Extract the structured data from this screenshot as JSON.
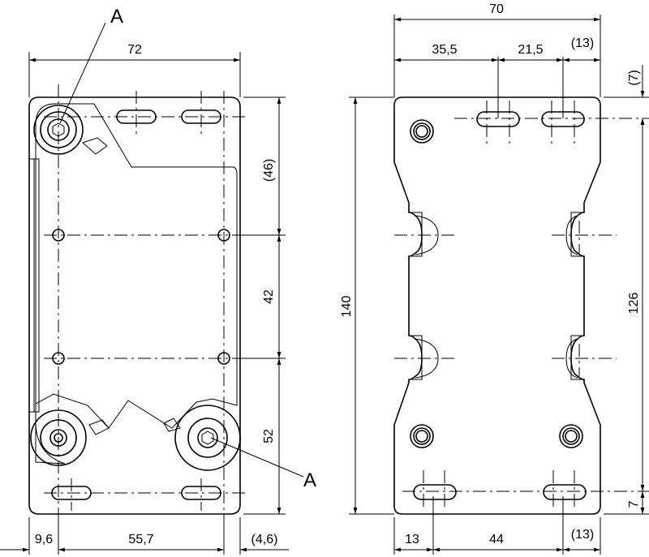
{
  "dimensions": {
    "left_width": "72",
    "right_width": "70",
    "d_35_5": "35,5",
    "d_21_5": "21,5",
    "d_13_top": "(13)",
    "d_7_top": "(7)",
    "d_46": "(46)",
    "d_42": "42",
    "d_52": "52",
    "d_140": "140",
    "d_126": "126",
    "d_9_6": "9,6",
    "d_55_7": "55,7",
    "d_4_6": "(4,6)",
    "d_13_bottom": "13",
    "d_44": "44",
    "d_13_bottom_paren": "(13)",
    "d_7_bottom": "7"
  },
  "callouts": {
    "a_top": "A",
    "a_bottom": "A"
  }
}
